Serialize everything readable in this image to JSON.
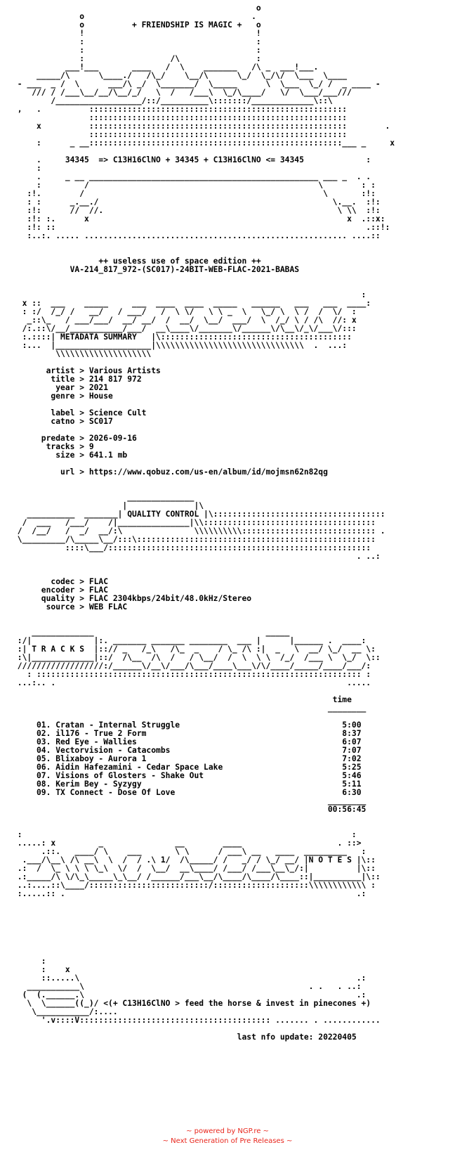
{
  "nfo": {
    "lines": [
      "                                                   o",
      "              o                                   .",
      "              o          + FRIENDSHIP IS MAGIC +   o",
      "              !                                    !",
      "              :                                    :",
      "              :                                    :",
      "              :                  /\\                :",
      "           ___!___       ____   /  \\    _______   /\\ _  ___!___.",
      "     _____/\\      \\____./   /\\_/    \\__/\\      \\_/  \\_/\\/  \\___  \\____",
      " - ___  _ /  \\      ___/\\ _/  \\_______/  \\_____      \\  \\___  \\_/ /  _ ____ -",
      "    /// / /___\\__/__/\\__/_/   \\  /   /___\\  \\_/\\____/   \\/  \\___/___///",
      "        /__________________/::/__________\\:::::::/_____________\\::\\",
      " ,   .          ::::::::::::::::::::::::::::::::::::::::::::::::::::::",
      "                ::::::::::::::::::::::::::::::::::::::::::::::::::::::",
      "     x          ::::::::::::::::::::::::::::::::::::::::::::::::::::::        .",
      "                ::::::::::::::::::::::::::::::::::::::::::::::::::::::",
      "     :      _ __:::::::::::::::::::::::::::::::::::::::::::::::::::::___ _     x",
      "",
      "     .     34345  => C13H16ClNO + 34345 + C13H16ClNO <= 34345             :",
      "     :",
      "     .     _ __ ________________________________________________ ___ _  . .",
      "     :         /                                                \\        : :",
      "   :!.        /                                                  \\       :!:",
      "   : :      _.__./                                                 \\.__.  :!:",
      "   :!:      //  //.                                                 \\ \\\\  :!:",
      "   :!: :.      x                                                      x  .::x:",
      "   :!: ::                                                                 .::!:",
      "   :..:. ..... ....................................................... ....::",
      "",
      "",
      "                  ++ useless use of space edition ++",
      "            VA-214_817_972-(SC017)-24BIT-WEB-FLAC-2021-BABAS",
      "",
      "",
      "                                                                         :",
      "  x ::  ___    _____     ___  ____  ____  _____   ______   ___   ___  ____:",
      "  : :/  /_/ /   __/   / ___/   /  \\ \\/   \\ \\ _  \\   \\_/ \\  \\ /  /  \\/  :",
      "   _::\\_   / ___/___/  __/ __/  /  __/  \\__/  ___/  \\  /_/ \\ / /\\  //: x",
      "  /:.::\\/__/___________/___/  __\\____\\/_______\\/______\\/\\__\\/_\\/___\\/:::",
      "  :.::::| METADATA SUMMARY   |\\::::::::::::::::::::::::::::::::::::::::",
      "  :...  |____________________|\\\\\\\\\\\\\\\\\\\\\\\\\\\\\\\\\\\\\\\\\\\\\\\\\\\\\\\\\\\\\\  .  ...:",
      "         \\\\\\\\\\\\\\\\\\\\\\\\\\\\\\\\\\\\\\\\                                        ",
      "",
      "       artist > Various Artists",
      "        title > 214 817 972",
      "         year > 2021",
      "        genre > House",
      "",
      "        label > Science Cult",
      "        catno > SC017",
      "",
      "      predate > 2026-09-16",
      "       tracks > 9",
      "         size > 641.1 mb",
      "",
      "          url > https://www.qobuz.com/us-en/album/id/mojmsn62n82qg",
      "",
      "",
      "                        ______________",
      "                       |              |\\",
      "   __________  _______| QUALITY CONTROL |\\::::::::::::::::::::::::::::::::::::",
      "  /  ___   /___/    /|_______________|\\\\::::::::::::::::::::::::::::::::::::",
      " /  /__/   /  _/  __/:\\               \\\\\\\\\\\\\\\\\\\\:::::::::::::::::::::::::::: .",
      " \\_________/\\_____\\__/:::\\::::::::::::::::::::::::::::::::::::::::::::::::::",
      "           ::::\\___/:::::::::::::::::::::::::::::::::::::::::::::::::::::::",
      "                                                                        . ..:",
      "",
      "",
      "        codec > FLAC",
      "      encoder > FLAC",
      "      quality > FLAC 2304kbps/24bit/48.0kHz/Stereo",
      "       source > WEB FLAC",
      "",
      "",
      "    _____________                                    _____",
      " :/|             |:. _______ _______ ________  ___ |      |______ .  ____:",
      " :| T R A C K S  |::// _   /_\\   /\\_  _    / \\_ /\\ :|  _   \\  __/ \\_/  __ \\:",
      " :\\|_____________|::/  /\\__  /\\  /   / \\__/  /  \\  \\ \\  /_/  /___ \\  \\_/  \\::",
      " //////////////////:/______\\/__\\/___/\\___/____\\___\\/\\/____/_____/____/___/:",
      "   : :::::::::::::::::::::::::::::::::::::::::::::::::::::::::::::::::::: :",
      " ...:.. .                                                             .....",
      "",
      "                                                                   time",
      "                                                                  ________",
      "",
      "     01. Cratan - Internal Struggle                                  5:00",
      "     02. il176 - True 2 Form                                         8:37",
      "     03. Red Eye - Wallies                                           6:07",
      "     04. Vectorvision - Catacombs                                    7:07",
      "     05. Blixaboy - Aurora 1                                         7:02",
      "     06. Aidin Hafezamini - Cedar Space Lake                         5:25",
      "     07. Visions of Glosters - Shake Out                             5:46",
      "     08. Kerim Bey - Syzygy                                          5:11",
      "     09. TX Connect - Dose Of Love                                   6:30",
      "                                                                  ________",
      "                                                                  00:56:45",
      "",
      "",
      " :                                                                     :",
      " .....: x         _               __        ____                    . ::>",
      "      .::.   ____/ \\    ___       \\ \\      / ___\\ __   ____  _________   :",
      "  .___/\\__\\ /\\ __\\  \\  /  / .\\ 1/  /\\_____/ /   _/ / \\_/ __/ |N O T E S |\\::",
      " .:  /  \\_ \\ \\ \\ \\_\\  \\/  /  \\__/  __\\____/ /___/ /___\\__\\_/:|          |\\::",
      " .:_____/\\ \\/\\_\\_____\\_\\__/ /______/___\\__/\\____/\\____/\\____::|__________|\\::",
      " ..:....::\\____/:::::::::::::::::::::::::/::::::::::::::::::::\\\\\\\\\\\\\\\\\\\\\\\\ :",
      " :.....:: .                                                             .:",
      "",
      "",
      "",
      "",
      "",
      "",
      "",
      "      :",
      "      :    x",
      "      ::.....\\                                                          .:",
      "   ___________\\                                               . .   . ..:",
      "  (  (.______.\\                                                         .:",
      "   \\  \\______((_)/ <(+ C13H16ClNO > feed the horse & invest in pinecones +)",
      "    \\___________/:....",
      "      '.v::::V:::::::::::::::::::::::::::::::::::::::: ....... . ............",
      "",
      "                                               last nfo update: 20220405"
    ],
    "footer": {
      "line1": "~ powered by NGP.re ~",
      "line2": "~ Next Generation of Pre Releases ~"
    }
  }
}
